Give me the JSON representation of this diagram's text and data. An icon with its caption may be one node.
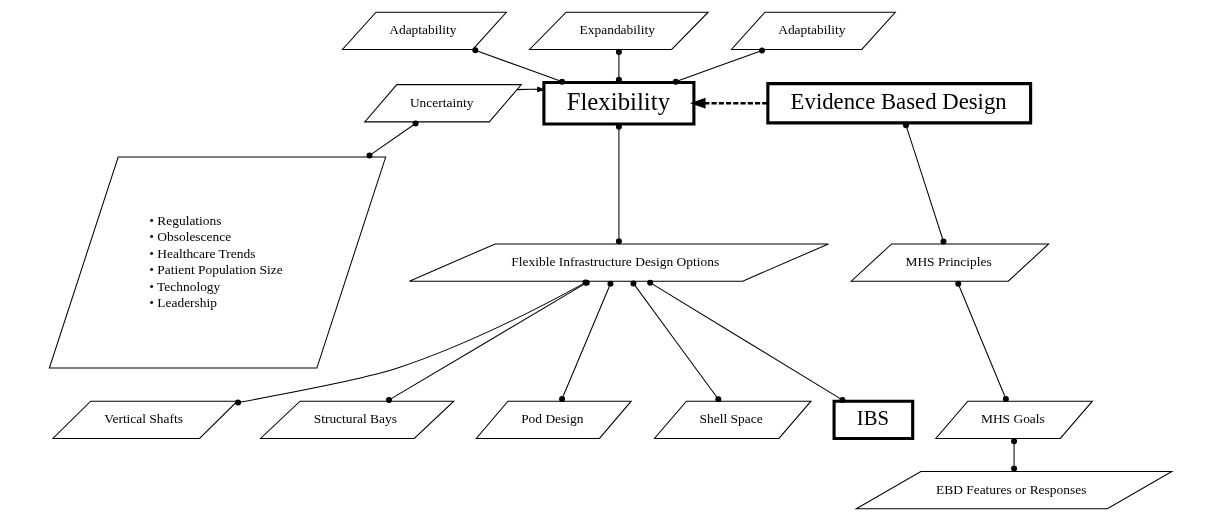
{
  "diagram": {
    "nodes": [
      {
        "text": [
          "Adaptability"
        ]
      },
      {
        "text": [
          "Expandability"
        ]
      },
      {
        "text": [
          "Adaptability"
        ]
      },
      {
        "text": [
          "Uncertainty"
        ]
      },
      {
        "text": [
          "Flexibility"
        ]
      },
      {
        "text": [
          "Evidence Based Design"
        ]
      },
      {
        "text": [
          "• Regulations",
          "• Obsolescence",
          "• Healthcare Trends",
          "• Patient Population Size",
          "• Technology",
          "• Leadership"
        ]
      },
      {
        "text": [
          "Flexible Infrastructure Design Options"
        ]
      },
      {
        "text": [
          "MHS Principles"
        ]
      },
      {
        "text": [
          "MHS Goals"
        ]
      },
      {
        "text": [
          "EBD Features or Responses"
        ]
      },
      {
        "text": [
          "Vertical Shafts"
        ]
      },
      {
        "text": [
          "Structural Bays"
        ]
      },
      {
        "text": [
          "Pod Design"
        ]
      },
      {
        "text": [
          "Shell Space"
        ]
      },
      {
        "text": [
          "IBS"
        ]
      }
    ],
    "edges": [
      {
        "from": 0,
        "to": 4,
        "arrow": "other"
      },
      {
        "from": 1,
        "to": 4,
        "arrow": "other"
      },
      {
        "from": 2,
        "to": 4,
        "arrow": "other"
      },
      {
        "from": 3,
        "to": 4,
        "arrow": "to"
      },
      {
        "from": 5,
        "to": 4,
        "arrow": "to",
        "style": "dashed"
      },
      {
        "from": 3,
        "to": 6,
        "arrow": "other"
      },
      {
        "from": 4,
        "to": 7,
        "arrow": "other"
      },
      {
        "from": 7,
        "to": 11,
        "arrow": "other"
      },
      {
        "from": 7,
        "to": 12,
        "arrow": "other"
      },
      {
        "from": 7,
        "to": 13,
        "arrow": "other"
      },
      {
        "from": 7,
        "to": 14,
        "arrow": "other"
      },
      {
        "from": 7,
        "to": 15,
        "arrow": "other"
      },
      {
        "from": 5,
        "to": 8,
        "arrow": "other"
      },
      {
        "from": 8,
        "to": 9,
        "arrow": "other"
      },
      {
        "from": 9,
        "to": 10,
        "arrow": "other"
      }
    ]
  }
}
